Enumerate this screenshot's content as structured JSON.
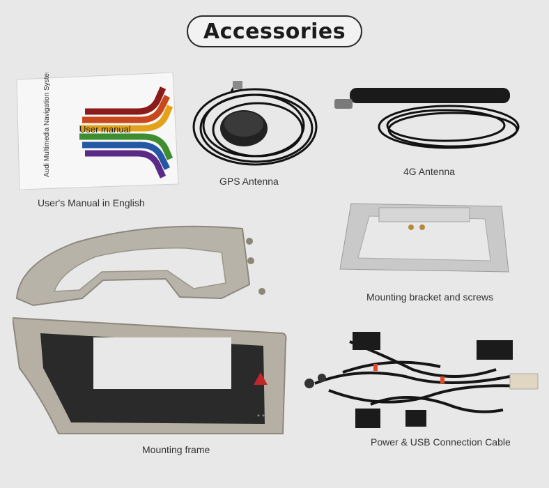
{
  "title": "Accessories",
  "manual": {
    "cover_title": "Audi Multimedia Navigation System",
    "cover_label": "User manual",
    "caption": "User's Manual in English"
  },
  "items": {
    "gps_antenna": "GPS Antenna",
    "antenna_4g": "4G Antenna",
    "mounting_bracket": "Mounting bracket and screws",
    "mounting_frame": "Mounting frame",
    "power_cable": "Power & USB Connection Cable"
  }
}
